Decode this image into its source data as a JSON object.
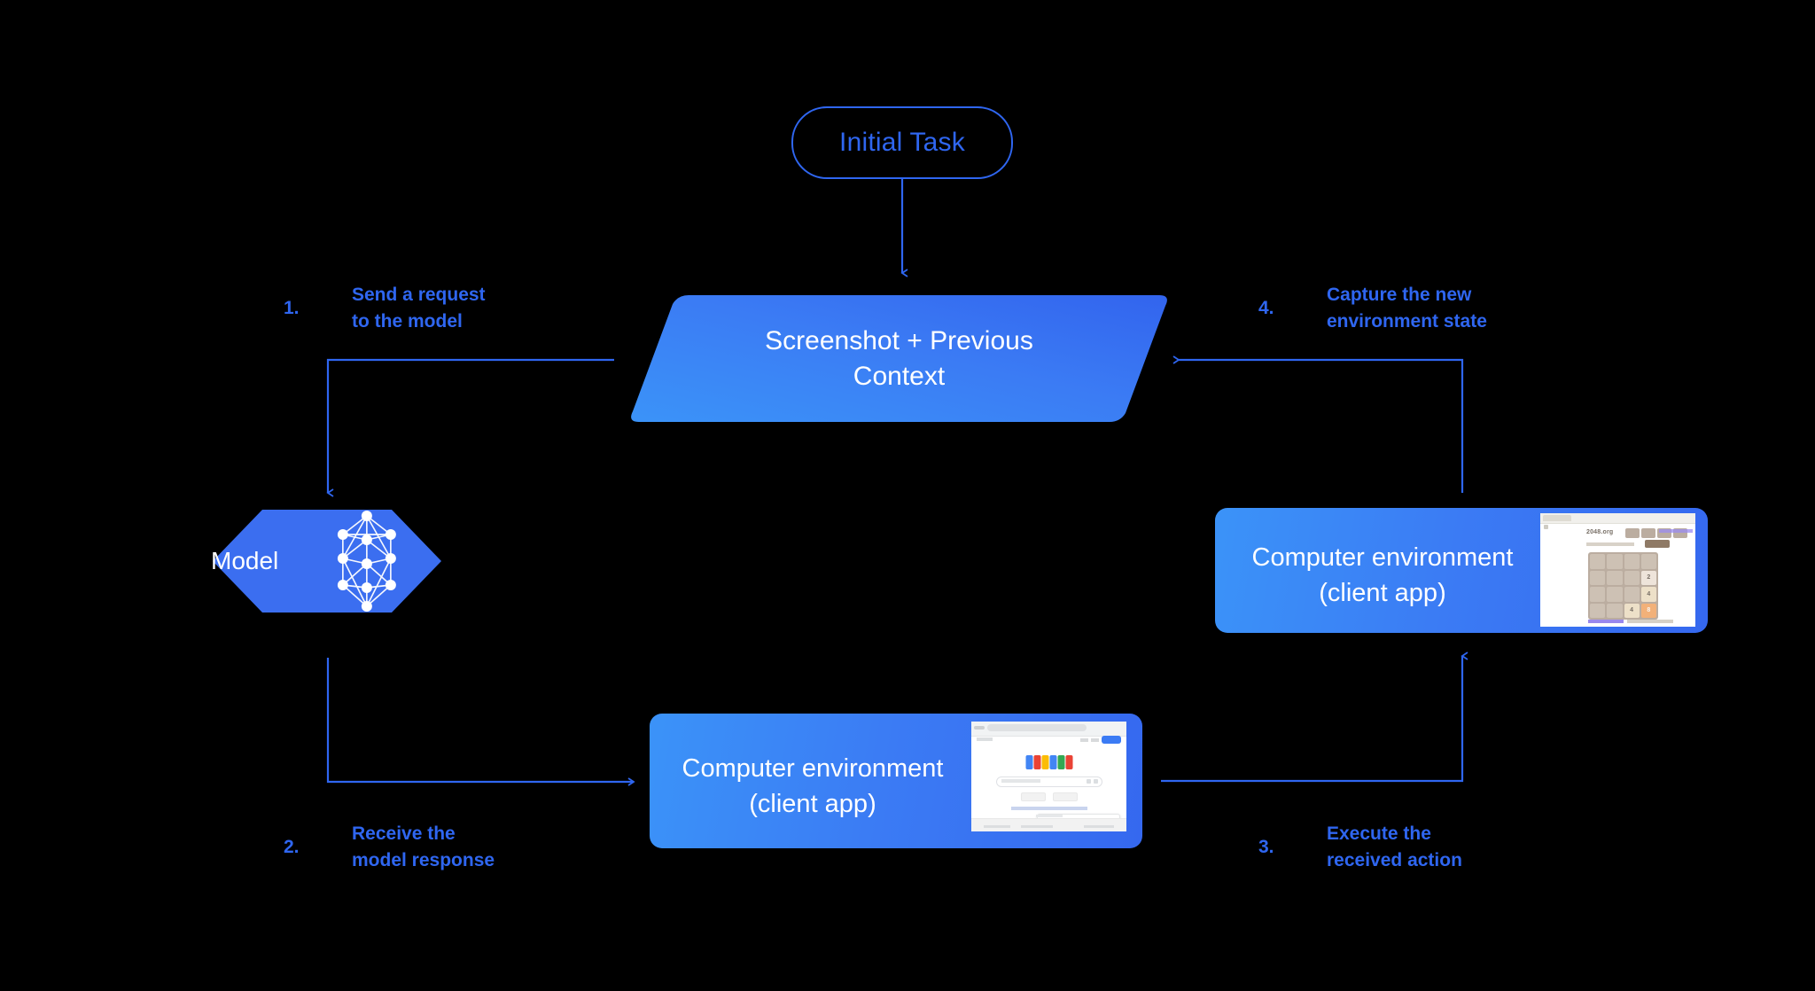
{
  "diagram": {
    "title_node": {
      "label": "Initial Task",
      "shape": "rounded-pill",
      "color": "#2f66f0"
    },
    "context_node": {
      "label_line1": "Screenshot + Previous",
      "label_line2": "Context",
      "shape": "parallelogram",
      "gradient_from": "#3b93f8",
      "gradient_to": "#3568ef"
    },
    "model_node": {
      "label": "Model",
      "shape": "hexagon",
      "color": "#3b6ef0",
      "icon": "neural-network-icon"
    },
    "env_right": {
      "label_line1": "Computer environment",
      "label_line2": "(client app)",
      "shape": "rounded-rect",
      "thumbnail": "2048-game-screenshot"
    },
    "env_bottom": {
      "label_line1": "Computer environment",
      "label_line2": "(client app)",
      "shape": "rounded-rect",
      "thumbnail": "google-search-screenshot"
    },
    "steps": [
      {
        "number": "1.",
        "text": "Send a request\nto the model"
      },
      {
        "number": "2.",
        "text": "Receive the\nmodel response"
      },
      {
        "number": "3.",
        "text": "Execute the\nreceived action"
      },
      {
        "number": "4.",
        "text": "Capture the new\nenvironment state"
      }
    ],
    "accent_color": "#2f66f0",
    "background_color": "#000000"
  },
  "thumbnails": {
    "game_2048": {
      "site_title": "2048.org",
      "tiles": [
        [
          "",
          "",
          "",
          ""
        ],
        [
          "",
          "",
          "",
          "2"
        ],
        [
          "",
          "",
          "",
          "4"
        ],
        [
          "",
          "",
          "4",
          "8"
        ]
      ],
      "tile_colors": {
        "2": "#eee4da",
        "4": "#ede0c8",
        "8": "#f2b179",
        "empty": "#cdc1b4",
        "board": "#bbada0"
      }
    },
    "google": {
      "logo_colors": [
        "#4285f4",
        "#ea4335",
        "#fbbc05",
        "#4285f4",
        "#34a853",
        "#ea4335"
      ]
    }
  }
}
